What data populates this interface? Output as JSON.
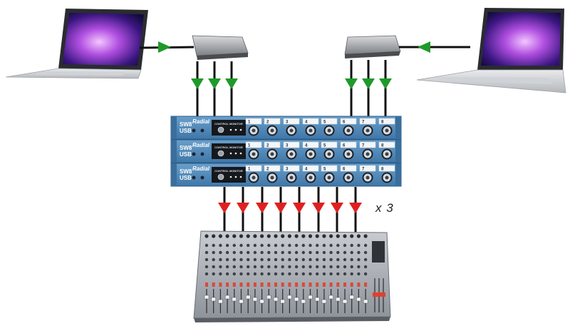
{
  "diagram": {
    "brand": "Radial",
    "device_model_line1": "SW8",
    "device_model_line2": "USB",
    "control_panel_title": "CONTROL MONITOR",
    "channel_numbers": [
      "1",
      "2",
      "3",
      "4",
      "5",
      "6",
      "7",
      "8"
    ],
    "multiplier_label": "x 3"
  },
  "colors": {
    "arrow_input": "#1e9a2a",
    "arrow_output": "#e02020",
    "rack_face": "#4d86b6",
    "cable": "#111111"
  }
}
